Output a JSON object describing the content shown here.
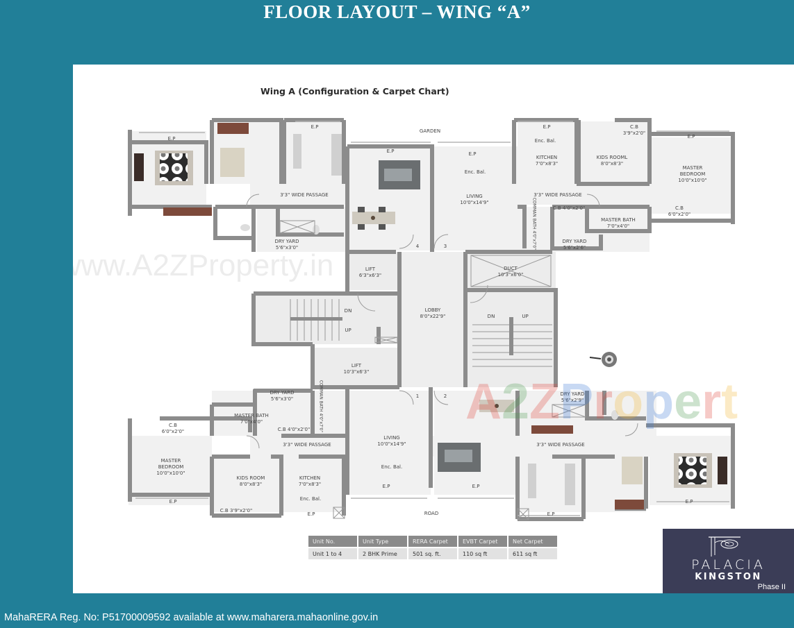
{
  "page": {
    "title": "FLOOR LAYOUT – WING “A”",
    "footer": "MahaRERA Reg. No:  P51700009592 available at www.maharera.mahaonline.gov.in"
  },
  "plan": {
    "title": "Wing A (Configuration & Carpet Chart)",
    "orientation": {
      "top": "GARDEN",
      "bottom": "ROAD"
    },
    "watermarks": [
      "www.A2ZProperty.in",
      "A2ZProperty"
    ],
    "labels": {
      "ep": "E.P",
      "enc_bal": "Enc. Bal.",
      "passage": "3'3\" WIDE PASSAGE",
      "kitchen": "KITCHEN",
      "kitchen_size": "7'0\"x8'3\"",
      "kids_room_top": "KIDS ROOML",
      "kids_room": "KIDS ROOM",
      "kids_size": "8'0\"x8'3\"",
      "master_bedroom_1": "MASTER",
      "master_bedroom_2": "BEDROOM",
      "master_bedroom_size": "10'0\"x10'0\"",
      "master_bath": "MASTER BATH",
      "master_bath_size": "7'0\"x4'0\"",
      "cb_small": "C.B",
      "cb_small_size": "3'9\"x2'0\"",
      "cb_master_size": "6'0\"x2'0\"",
      "cb_passage": "C.B 4'0\"x2'0\"",
      "common_bath_1": "COMMAN",
      "common_bath_2": "BATH",
      "common_bath_size": "4'0\"x7'0\"",
      "dry_yard": "DRY YARD",
      "dry_yard_a": "5'6\"x3'0\"",
      "dry_yard_b": "5'6\"x2'6\"",
      "dry_yard_c": "5'6\"x2'9\"",
      "living": "LIVING",
      "living_size": "10'0\"x14'9\"",
      "lift": "LIFT",
      "lift_small_size": "6'3\"x6'3\"",
      "lift_large_size": "10'3\"x6'3\"",
      "duct": "DUCT",
      "duct_size": "10'3\"x6'0\"",
      "lobby": "LOBBY",
      "lobby_size": "8'0\"x22'9\"",
      "dn": "DN",
      "up": "UP",
      "unit_1": "1",
      "unit_2": "2",
      "unit_3": "3",
      "unit_4": "4"
    }
  },
  "carpet_table": {
    "headers": [
      "Unit No.",
      "Unit Type",
      "RERA Carpet",
      "EVBT Carpet",
      "Net Carpet"
    ],
    "rows": [
      [
        "Unit 1 to 4",
        "2 BHK Prime",
        "501 sq. ft.",
        "110 sq ft",
        "611 sq ft"
      ]
    ]
  },
  "logo": {
    "name_line1": "PALACIA",
    "name_line2": "KINGSTON",
    "phase": "Phase II"
  },
  "colors": {
    "background": "#217f98",
    "wall": "#8c8c8c",
    "floor": "#f0f0f0",
    "logo_bg": "#3b3d57",
    "table_header": "#8a8a8a",
    "table_cell": "#e2e2e2"
  }
}
